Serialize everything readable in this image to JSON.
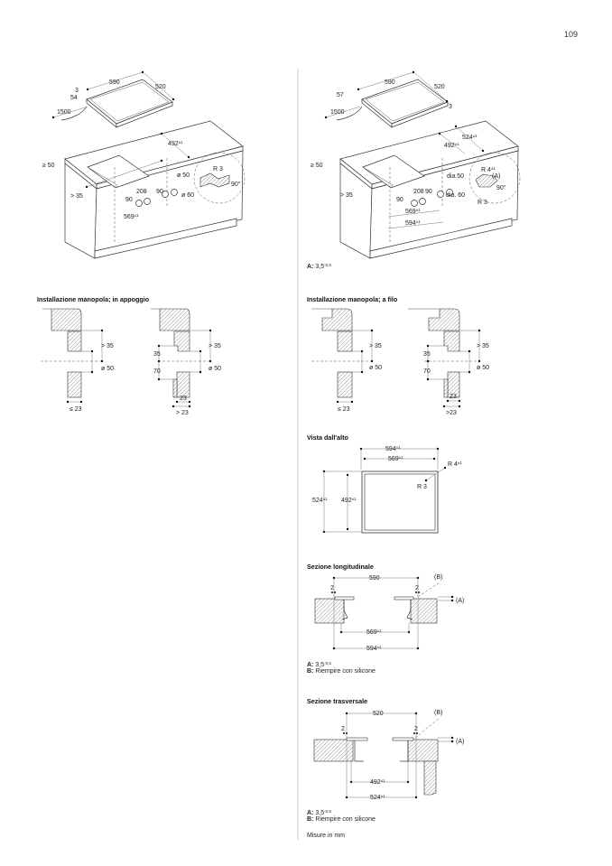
{
  "page_number": "109",
  "left": {
    "iso": {
      "width": "590",
      "depth": "520",
      "h1": "3",
      "h2": "54",
      "cable": "1500",
      "cut_depth": "492",
      "cut_depth_tol": "±1",
      "min_edge": "≥ 50",
      "radius": "R 3",
      "knob_dia_1": "ø 50",
      "knob_dia_2": "ø 60",
      "min_front": "> 35",
      "knob_spacing": "208",
      "knob_gap_1": "90",
      "knob_gap_2": "90",
      "angle": "90°",
      "cut_width": "569",
      "cut_width_tol": "±1"
    },
    "knob_section_title": "Installazione manopola; in appoggio",
    "knob_a": {
      "min": "> 35",
      "dia": "ø 50",
      "max_thick": "≤ 23"
    },
    "knob_b": {
      "min": "> 35",
      "dia": "ø 50",
      "d35": "35",
      "d70": "70",
      "thick": "23",
      "min_thick": "> 23"
    }
  },
  "right": {
    "iso": {
      "width": "590",
      "depth": "520",
      "h1": "57",
      "h2": "3",
      "cable": "1500",
      "outer_depth": "524",
      "cut_depth": "492",
      "tol": "±1",
      "min_edge": "≥ 50",
      "radius_outer": "R 4",
      "marker_a": "(A)",
      "knob_dia_1": "dia.50",
      "knob_dia_2": "dia. 60",
      "angle": "90°",
      "min_front": "> 35",
      "knob_spacing": "208",
      "knob_gap_1": "90",
      "knob_gap_2": "90",
      "radius_inner": "R 3",
      "cut_width": "569",
      "outer_width": "594",
      "note_label": "A:",
      "note_value": "3,5",
      "note_tol": "-0,5"
    },
    "knob_section_title": "Installazione manopola; a filo",
    "knob_a": {
      "min": "> 35",
      "dia": "ø 50",
      "max_thick": "≤ 23"
    },
    "knob_b": {
      "min": "> 35",
      "dia": "ø 50",
      "d35": "35",
      "d70": "70",
      "thick": "23",
      "min_thick": ">23"
    },
    "top_view": {
      "title": "Vista dall'alto",
      "outer_w": "594",
      "inner_w": "569",
      "outer_h": "524",
      "inner_h": "492",
      "tol": "±1",
      "r_outer": "R 4",
      "r_inner": "R 3"
    },
    "long_section": {
      "title": "Sezione longitudinale",
      "width": "590",
      "b": "(B)",
      "a": "(A)",
      "gap_l": "2",
      "gap_r": "2",
      "inner": "569",
      "outer": "594",
      "tol": "±1",
      "note_a_label": "A:",
      "note_a_value": "3,5",
      "note_a_tol": "-0,5",
      "note_b_label": "B:",
      "note_b_value": "Riempire con silicone"
    },
    "cross_section": {
      "title": "Sezione trasversale",
      "width": "520",
      "b": "(B)",
      "a": "(A)",
      "gap_l": "2",
      "gap_r": "2",
      "inner": "492",
      "outer": "524",
      "tol": "±1",
      "note_a_label": "A:",
      "note_a_value": "3,5",
      "note_a_tol": "-0,5",
      "note_b_label": "B:",
      "note_b_value": "Riempire con silicone"
    },
    "units_note": "Misure in mm"
  }
}
